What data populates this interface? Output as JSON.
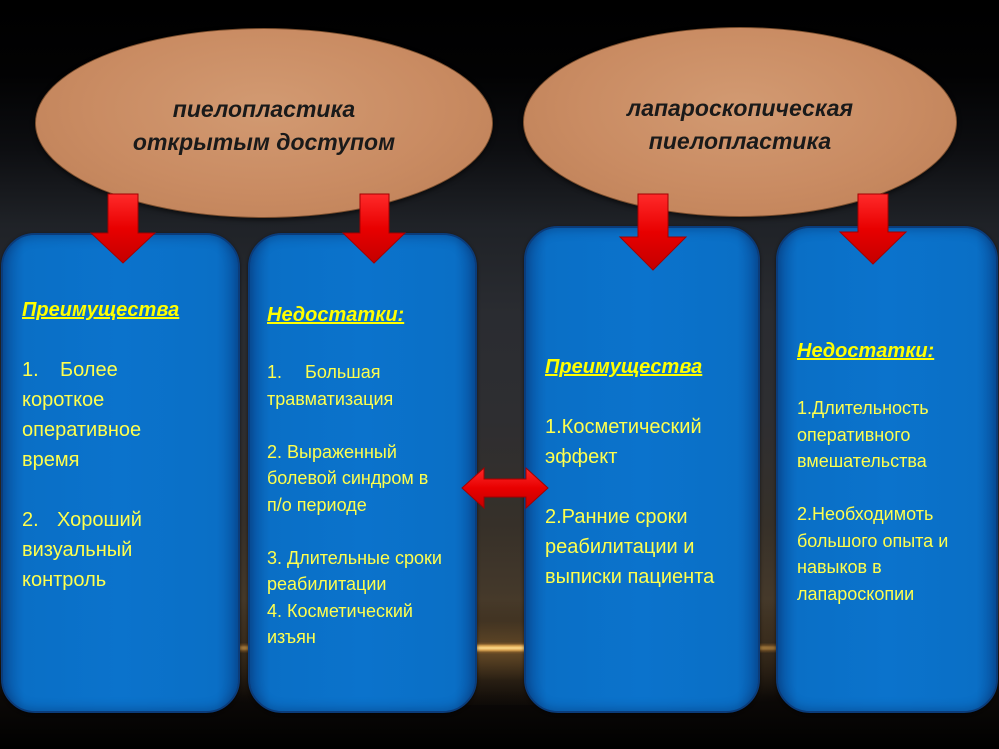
{
  "colors": {
    "ellipse_fill": "#C98B62",
    "box_fill": "#0A6FC6",
    "heading_text": "#FFFF00",
    "body_text": "#FFFF4D",
    "title_text": "#1A1A1A",
    "arrow_red": "#E80000"
  },
  "methods": [
    {
      "title": [
        "пиелопластика",
        "открытым доступом"
      ],
      "advantages": {
        "heading": "Преимущества",
        "items": [
          {
            "num": "1.",
            "lines": [
              "Более",
              "короткое",
              "оперативное",
              "время"
            ]
          },
          {
            "num": "2.",
            "lines": [
              "Хороший",
              "визуальный",
              "контроль"
            ]
          }
        ]
      },
      "disadvantages": {
        "heading": "Недостатки:",
        "items": [
          {
            "num": "1.",
            "lines": [
              "Большая",
              "травматизация"
            ]
          },
          {
            "lines": [
              "2. Выраженный",
              "болевой синдром в",
              "п/о периоде"
            ]
          },
          {
            "lines": [
              "3. Длительные сроки",
              "реабилитации"
            ]
          },
          {
            "lines": [
              "4. Косметический",
              "изъян"
            ]
          }
        ]
      }
    },
    {
      "title": [
        "лапароскопическая",
        "пиелопластика"
      ],
      "advantages": {
        "heading": "Преимущества",
        "items": [
          {
            "lines": [
              "1.Косметический",
              "эффект"
            ]
          },
          {
            "lines": [
              "2.Ранние сроки",
              "реабилитации и",
              "выписки пациента"
            ]
          }
        ]
      },
      "disadvantages": {
        "heading": "Недостатки:",
        "items": [
          {
            "lines": [
              "1.Длительность",
              "оперативного",
              "вмешательства"
            ]
          },
          {
            "lines": [
              "2.Необходимоть",
              "большого опыта и",
              "навыков в",
              "лапароскопии"
            ]
          }
        ]
      }
    }
  ]
}
